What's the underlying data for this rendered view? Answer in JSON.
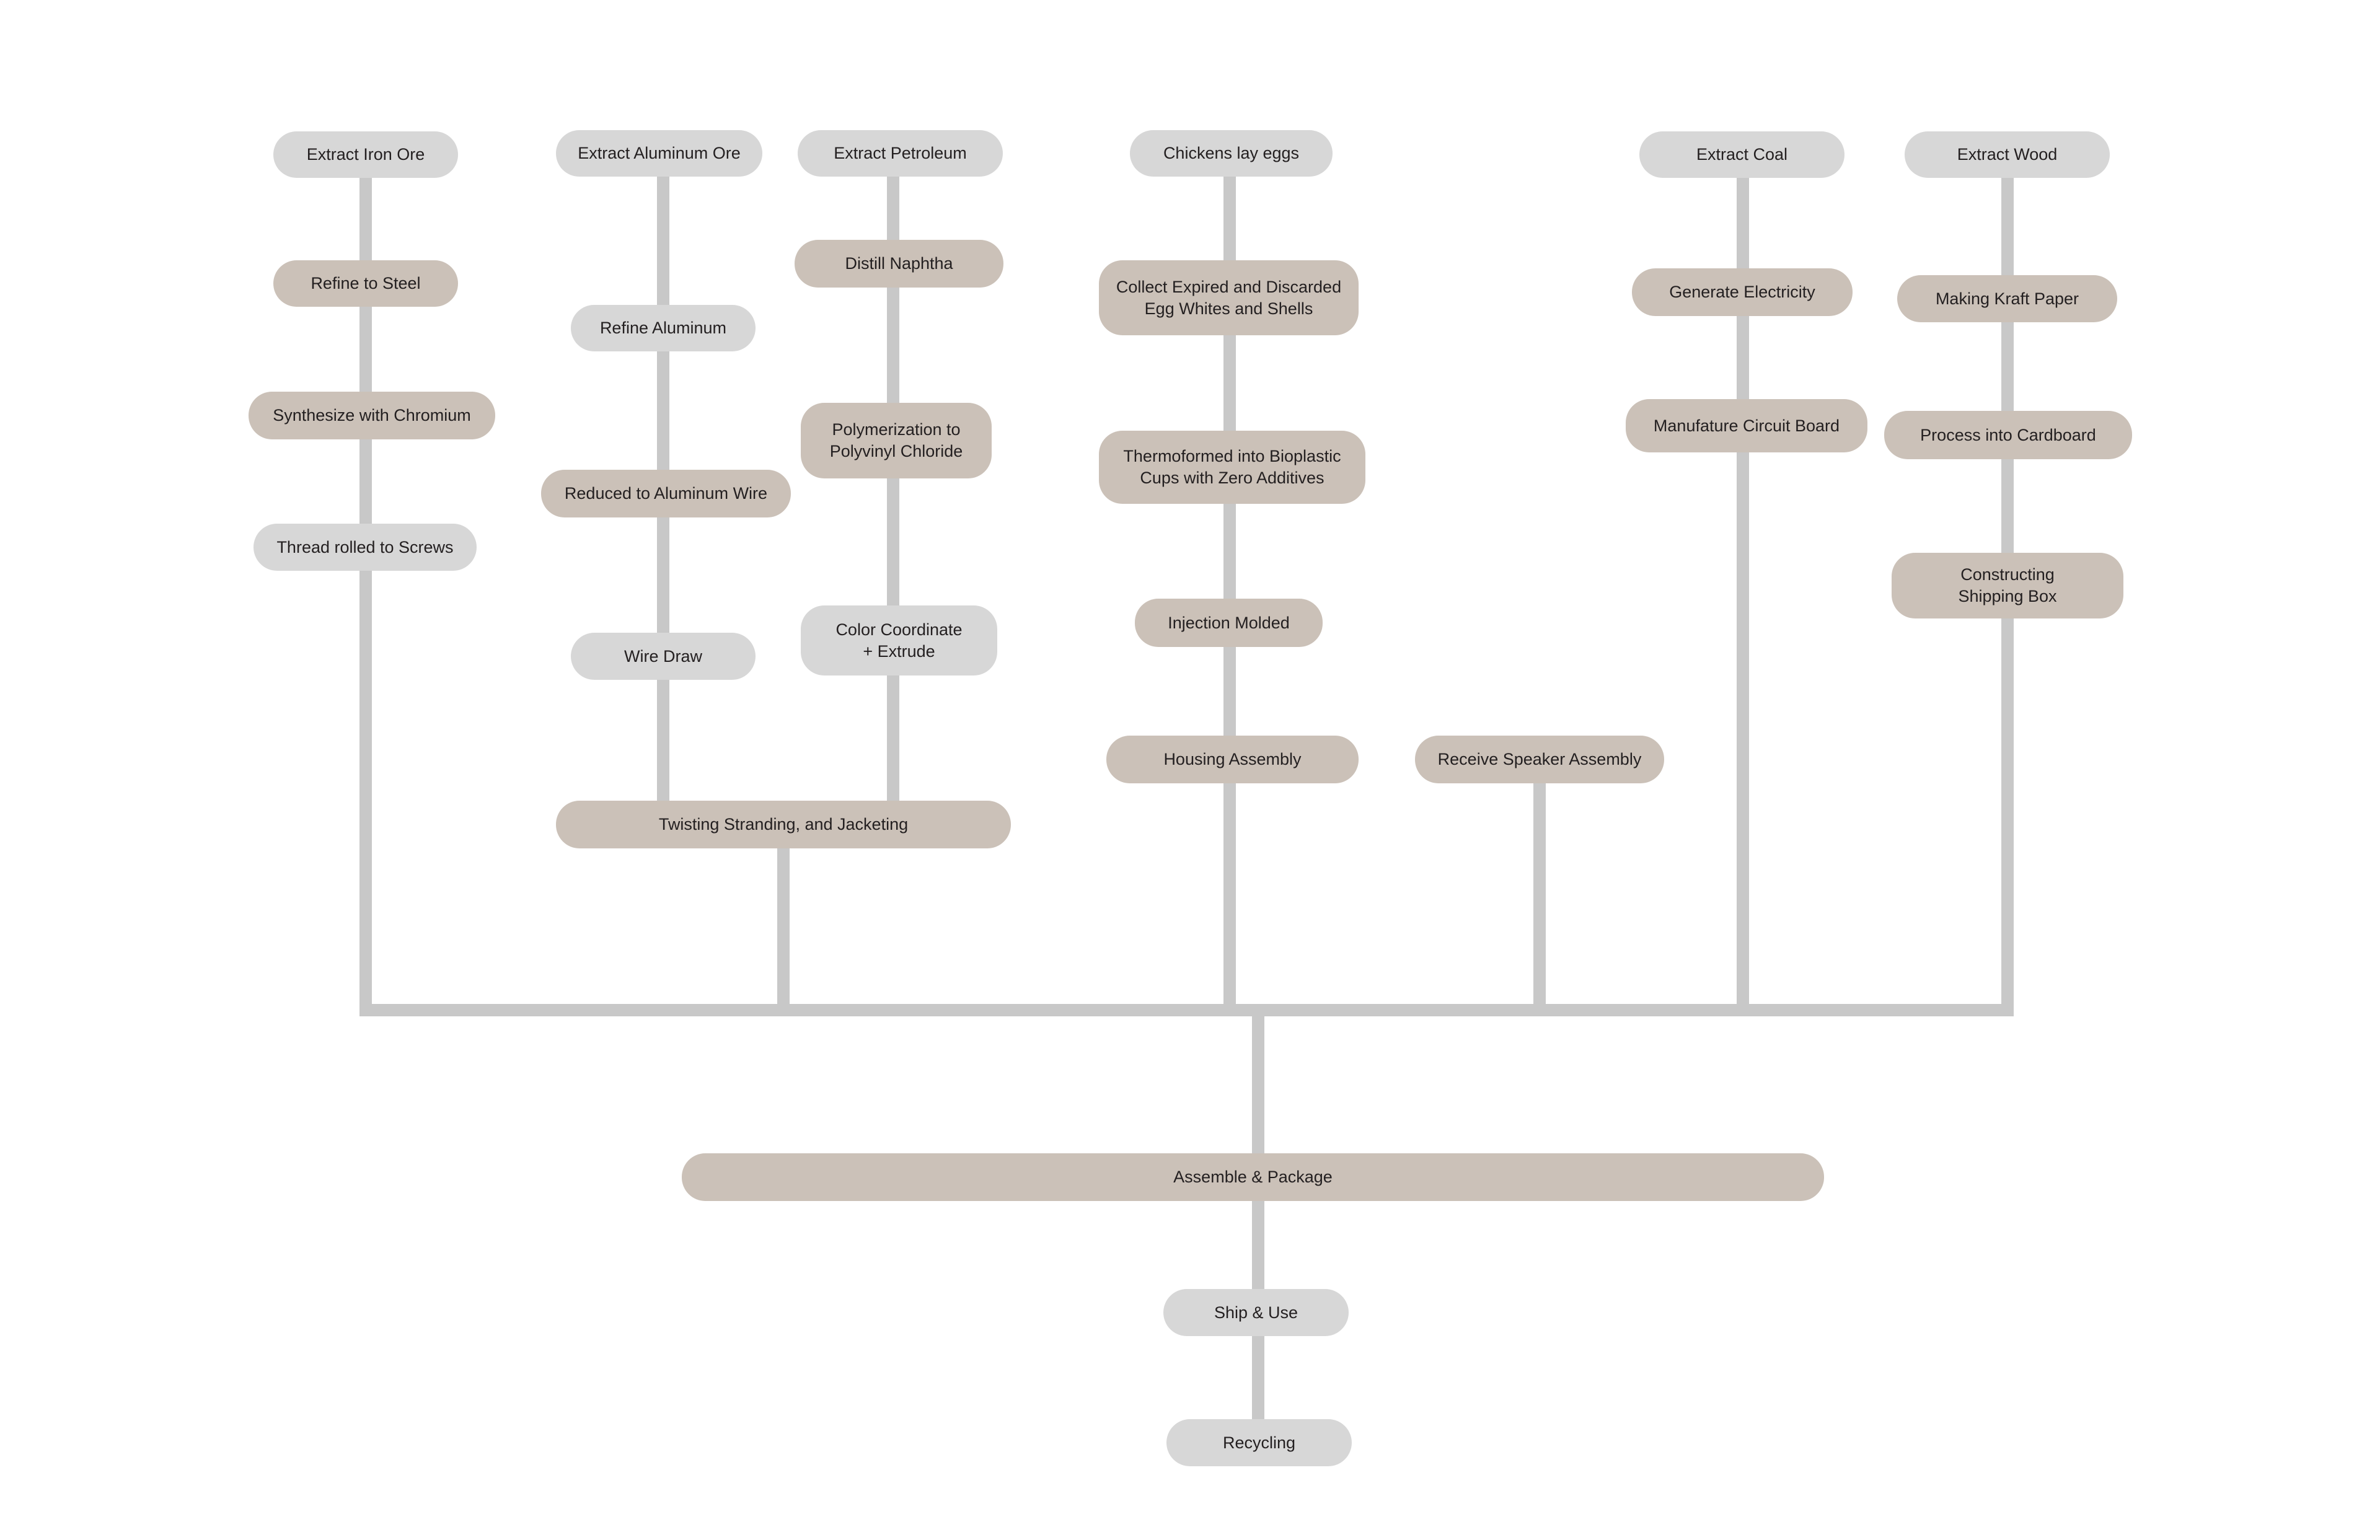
{
  "colors": {
    "connector": "#c8c8c8",
    "node_light": "#d7d7d7",
    "node_tan": "#cbc1b8",
    "text": "#231f20",
    "background": "#ffffff"
  },
  "columns": {
    "steel": {
      "nodes": [
        "Extract Iron Ore",
        "Refine to Steel",
        "Synthesize with Chromium",
        "Thread rolled to Screws"
      ]
    },
    "aluminum": {
      "nodes": [
        "Extract Aluminum Ore",
        "Refine Aluminum",
        "Reduced to Aluminum Wire",
        "Wire Draw"
      ]
    },
    "petroleum": {
      "nodes": [
        "Extract Petroleum",
        "Distill Naphtha",
        "Polymerization to\nPolyvinyl Chloride",
        "Color Coordinate\n+ Extrude"
      ]
    },
    "cable": {
      "nodes": [
        "Twisting Stranding, and Jacketing"
      ]
    },
    "eggs": {
      "nodes": [
        "Chickens lay eggs",
        "Collect Expired and Discarded\nEgg Whites and Shells",
        "Thermoformed into Bioplastic\nCups with Zero Additives",
        "Injection Molded",
        "Housing Assembly"
      ]
    },
    "speaker": {
      "nodes": [
        "Receive Speaker Assembly"
      ]
    },
    "coal": {
      "nodes": [
        "Extract Coal",
        "Generate Electricity",
        "Manufature Circuit Board"
      ]
    },
    "wood": {
      "nodes": [
        "Extract Wood",
        "Making Kraft Paper",
        "Process into Cardboard",
        "Constructing\nShipping Box"
      ]
    },
    "final": {
      "nodes": [
        "Assemble & Package",
        "Ship & Use",
        "Recycling"
      ]
    }
  }
}
